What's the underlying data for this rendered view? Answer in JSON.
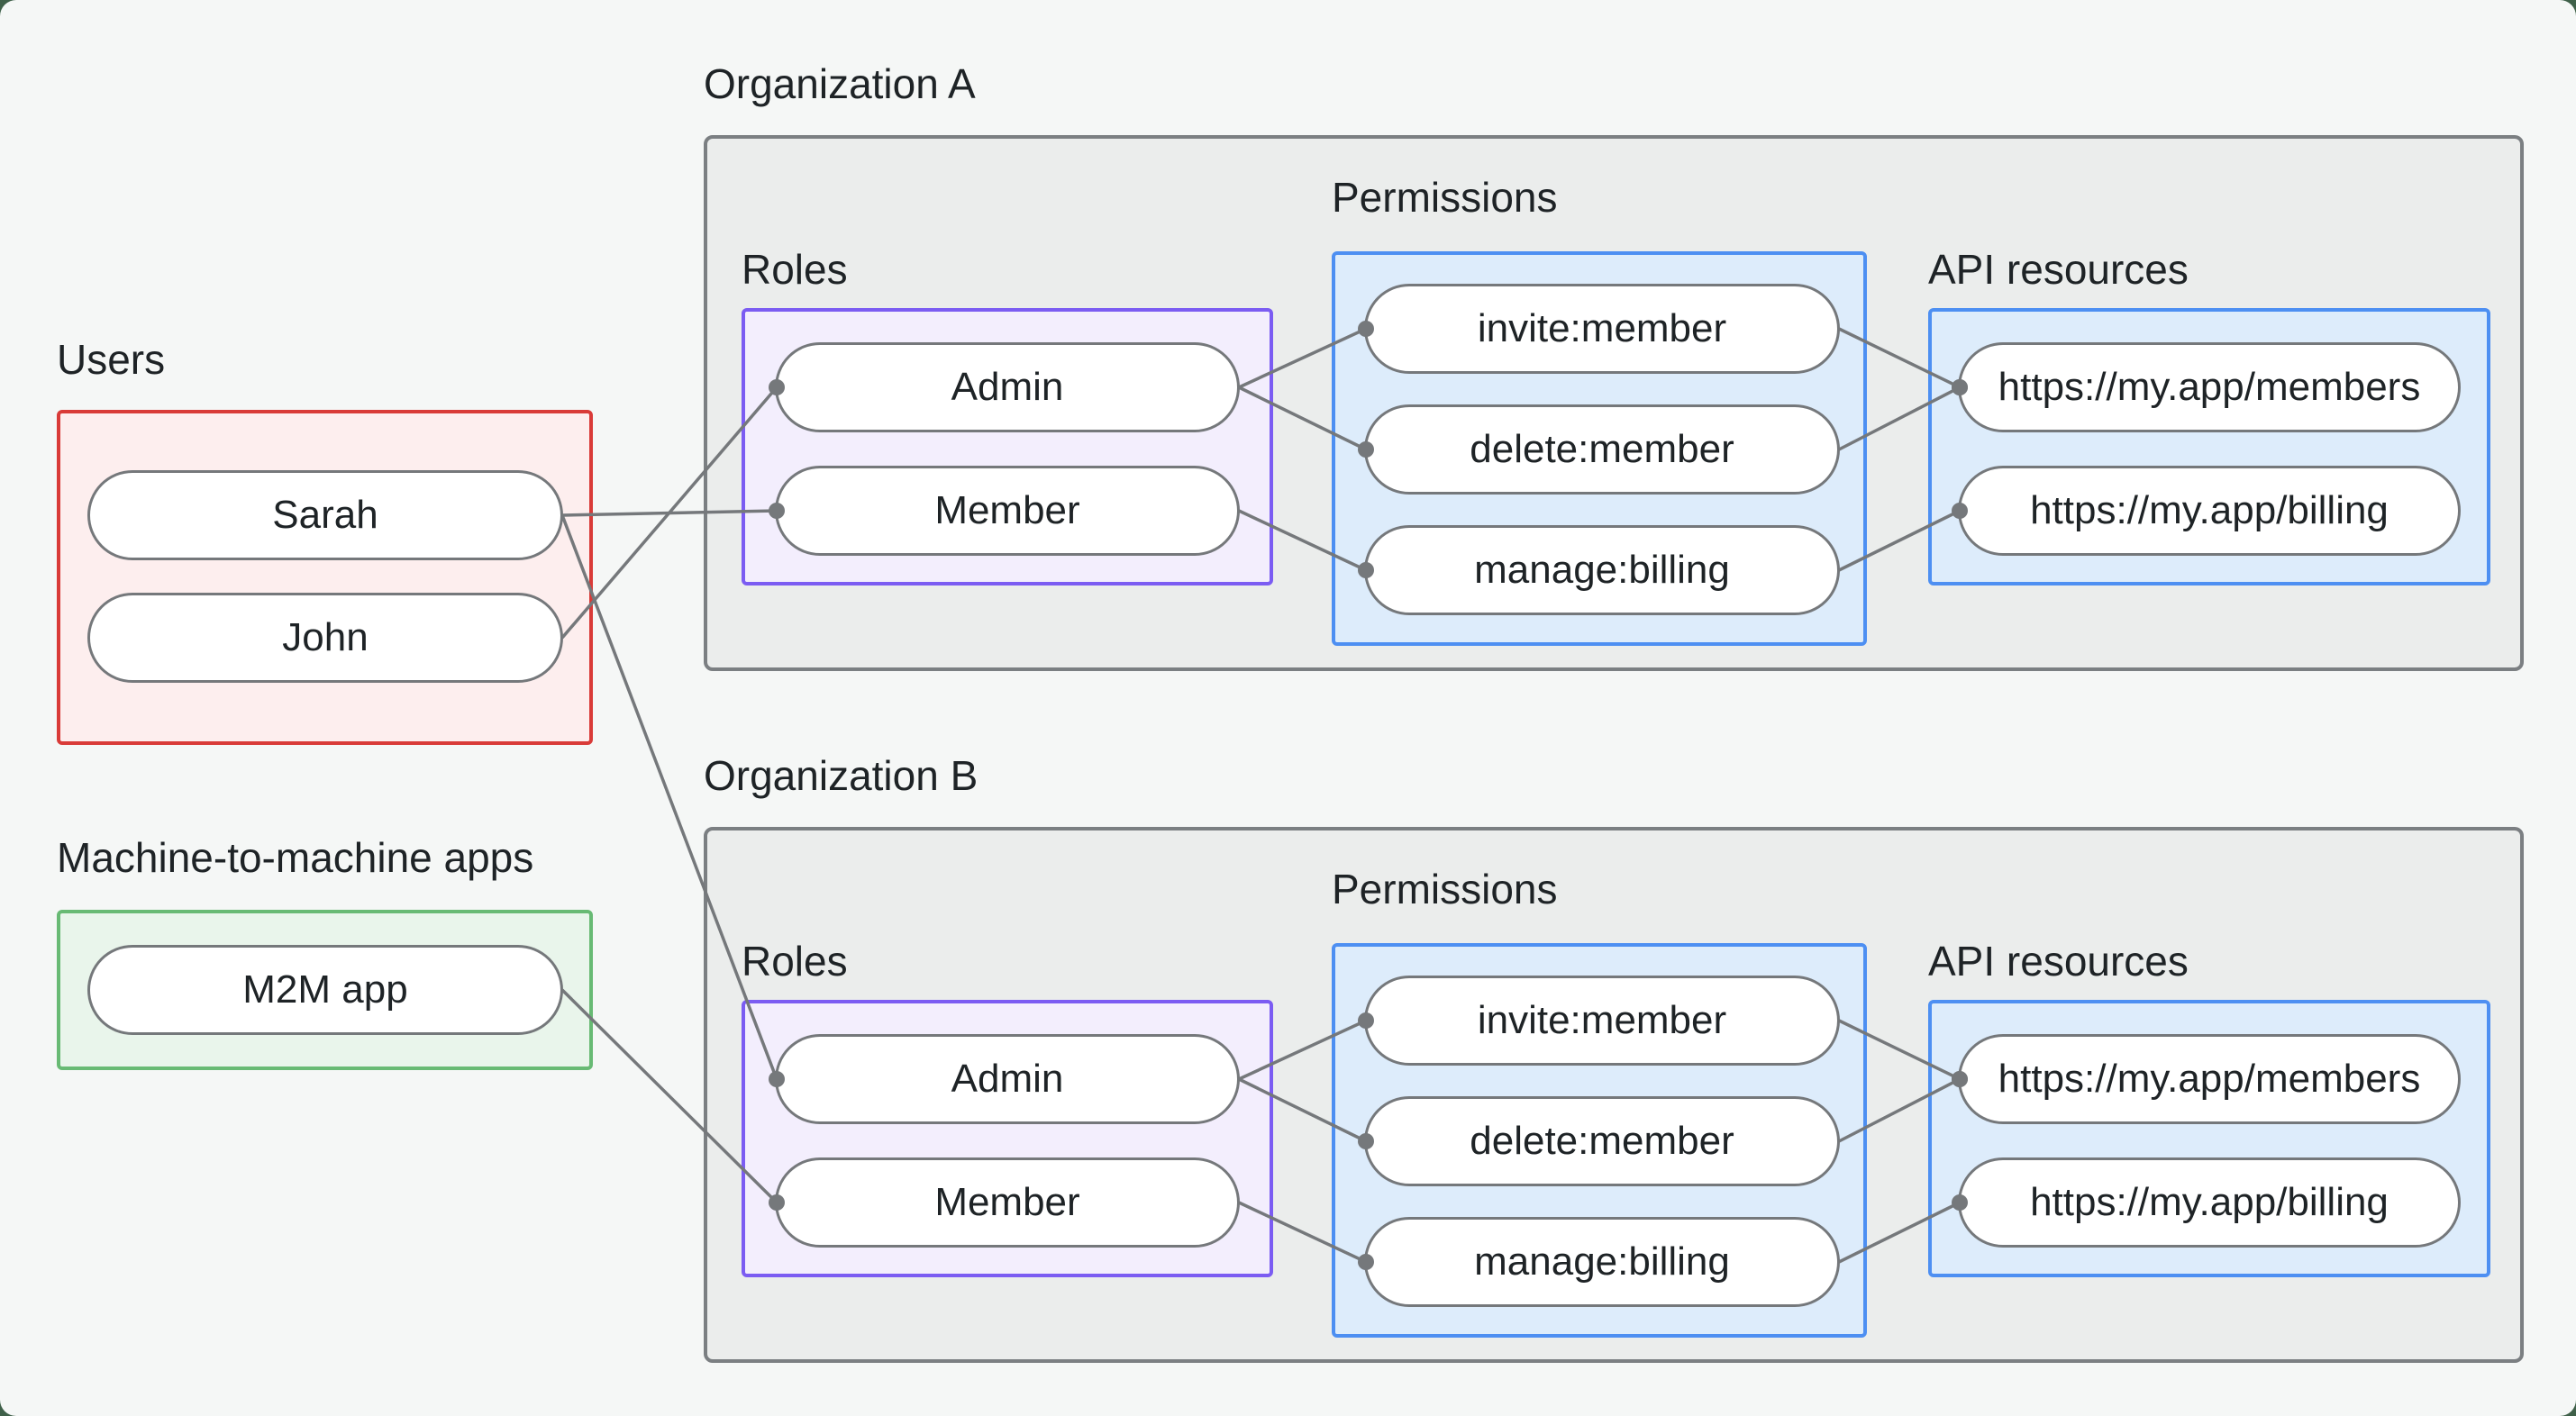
{
  "diagram": {
    "users": {
      "label": "Users",
      "items": [
        {
          "id": "user-sarah",
          "label": "Sarah"
        },
        {
          "id": "user-john",
          "label": "John"
        }
      ]
    },
    "m2m": {
      "label": "Machine-to-machine apps",
      "items": [
        {
          "id": "m2m-app",
          "label": "M2M app"
        }
      ]
    },
    "organizations": [
      {
        "label": "Organization A",
        "roles_label": "Roles",
        "permissions_label": "Permissions",
        "api_label": "API resources",
        "roles": [
          {
            "id": "orgA-admin",
            "label": "Admin"
          },
          {
            "id": "orgA-member",
            "label": "Member"
          }
        ],
        "permissions": [
          {
            "id": "orgA-invite",
            "label": "invite:member"
          },
          {
            "id": "orgA-delete",
            "label": "delete:member"
          },
          {
            "id": "orgA-manage",
            "label": "manage:billing"
          }
        ],
        "api_resources": [
          {
            "id": "orgA-members",
            "label": "https://my.app/members"
          },
          {
            "id": "orgA-billing",
            "label": "https://my.app/billing"
          }
        ]
      },
      {
        "label": "Organization B",
        "roles_label": "Roles",
        "permissions_label": "Permissions",
        "api_label": "API resources",
        "roles": [
          {
            "id": "orgB-admin",
            "label": "Admin"
          },
          {
            "id": "orgB-member",
            "label": "Member"
          }
        ],
        "permissions": [
          {
            "id": "orgB-invite",
            "label": "invite:member"
          },
          {
            "id": "orgB-delete",
            "label": "delete:member"
          },
          {
            "id": "orgB-manage",
            "label": "manage:billing"
          }
        ],
        "api_resources": [
          {
            "id": "orgB-members",
            "label": "https://my.app/members"
          },
          {
            "id": "orgB-billing",
            "label": "https://my.app/billing"
          }
        ]
      }
    ],
    "edges": [
      {
        "from": "user-john",
        "to": "orgA-admin"
      },
      {
        "from": "user-sarah",
        "to": "orgA-member"
      },
      {
        "from": "user-sarah",
        "to": "orgB-admin"
      },
      {
        "from": "m2m-app",
        "to": "orgB-member"
      },
      {
        "from": "orgA-admin",
        "to": "orgA-invite"
      },
      {
        "from": "orgA-admin",
        "to": "orgA-delete"
      },
      {
        "from": "orgA-member",
        "to": "orgA-manage"
      },
      {
        "from": "orgA-invite",
        "to": "orgA-members"
      },
      {
        "from": "orgA-delete",
        "to": "orgA-members"
      },
      {
        "from": "orgA-manage",
        "to": "orgA-billing"
      },
      {
        "from": "orgB-admin",
        "to": "orgB-invite"
      },
      {
        "from": "orgB-admin",
        "to": "orgB-delete"
      },
      {
        "from": "orgB-member",
        "to": "orgB-manage"
      },
      {
        "from": "orgB-invite",
        "to": "orgB-members"
      },
      {
        "from": "orgB-delete",
        "to": "orgB-members"
      },
      {
        "from": "orgB-manage",
        "to": "orgB-billing"
      }
    ],
    "colors": {
      "outside_bg": "#3f6049",
      "card_bg": "#f5f7f6",
      "org_fill": "#ebedec",
      "org_border": "#7b7f82",
      "users_fill": "#fdeeee",
      "users_border": "#d93b38",
      "m2m_fill": "#e9f5eb",
      "m2m_border": "#68ba74",
      "roles_fill": "#f3eefd",
      "roles_border": "#7b5cf2",
      "permissions_fill": "#ddecfb",
      "permissions_border": "#4d8ff2",
      "pill_fill": "#ffffff",
      "pill_border": "#75787b",
      "connector_line": "#75787b",
      "text": "#1e2326"
    }
  }
}
